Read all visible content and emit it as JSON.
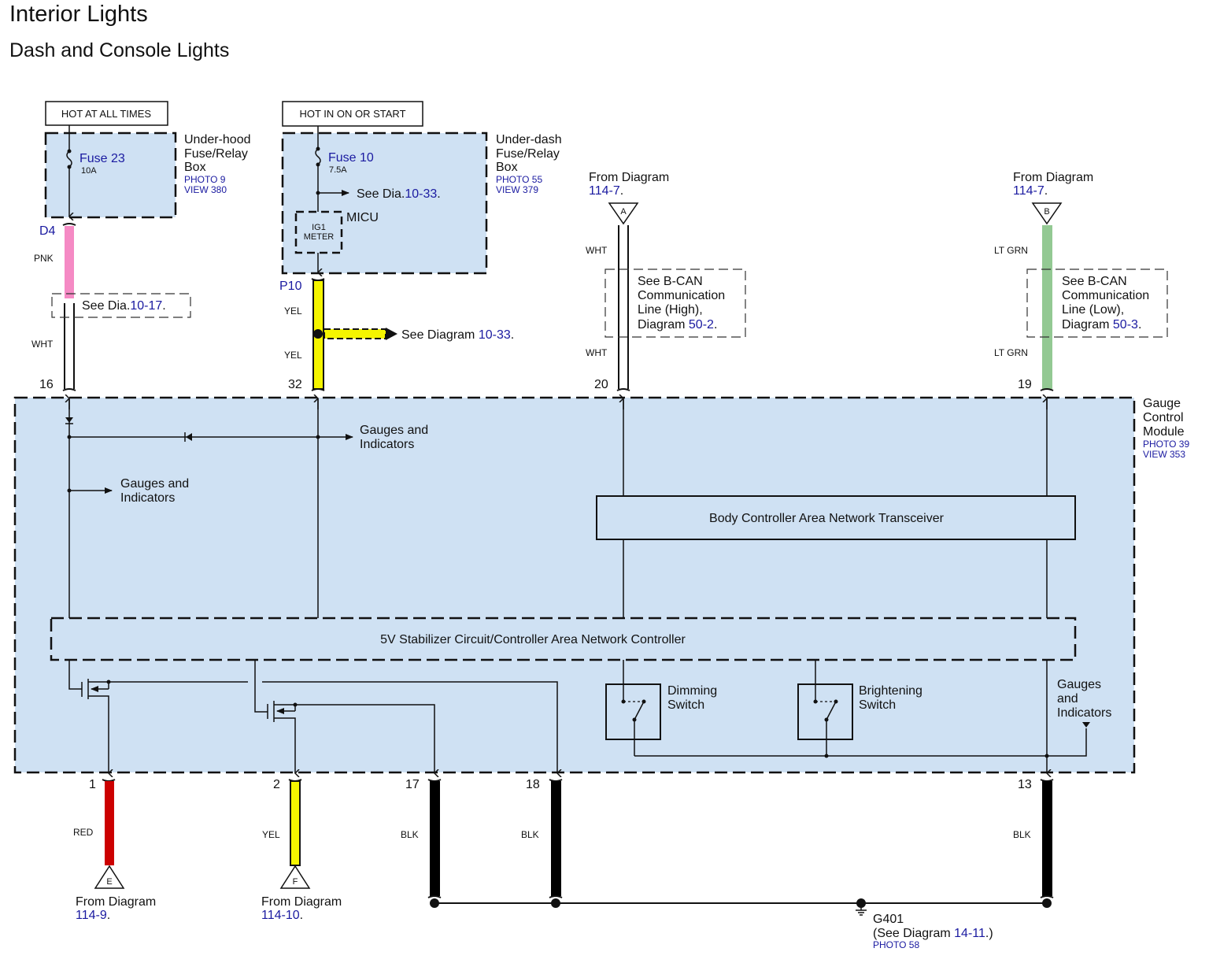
{
  "header": {
    "title": "Interior Lights",
    "subtitle": "Dash and Console Lights"
  },
  "power_sources": [
    {
      "label": "HOT AT ALL TIMES"
    },
    {
      "label": "HOT IN ON OR START"
    }
  ],
  "underhood_box": {
    "name_lines": [
      "Under-hood",
      "Fuse/Relay",
      "Box"
    ],
    "photo": "PHOTO 9",
    "view": "VIEW 380",
    "fuse": "Fuse 23",
    "rating": "10A",
    "connector": "D4"
  },
  "underdash_box": {
    "name_lines": [
      "Under-dash",
      "Fuse/Relay",
      "Box"
    ],
    "photo": "PHOTO 55",
    "view": "VIEW 379",
    "fuse": "Fuse 10",
    "rating": "7.5A",
    "see_prefix": "See Dia.",
    "see_ref": "10-33",
    "see_suffix": ".",
    "micu": "MICU",
    "ig1": "IG1",
    "meter": "METER",
    "connector": "P10"
  },
  "top_wires": [
    {
      "pin": "16",
      "upper_color": "PNK",
      "lower_color": "WHT",
      "note_prefix": "See Dia.",
      "note_ref": "10-17",
      "note_suffix": "."
    },
    {
      "pin": "32",
      "upper_color": "YEL",
      "lower_color": "YEL",
      "branch_prefix": "See Diagram ",
      "branch_ref": "10-33",
      "branch_suffix": "."
    },
    {
      "pin": "20",
      "upper_color": "WHT",
      "lower_color": "WHT",
      "from": "From Diagram",
      "from_ref": "114-7",
      "from_suffix": ".",
      "connector": "A",
      "note_lines": [
        "See B-CAN",
        "Communication",
        "Line (High),"
      ],
      "note_last_prefix": "Diagram ",
      "note_ref": "50-2",
      "note_suffix": "."
    },
    {
      "pin": "19",
      "upper_color": "LT GRN",
      "lower_color": "LT GRN",
      "from": "From Diagram",
      "from_ref": "114-7",
      "from_suffix": ".",
      "connector": "B",
      "note_lines": [
        "See B-CAN",
        "Communication",
        "Line (Low),"
      ],
      "note_last_prefix": "Diagram ",
      "note_ref": "50-3",
      "note_suffix": "."
    }
  ],
  "module": {
    "name_lines": [
      "Gauge",
      "Control",
      "Module"
    ],
    "photo": "PHOTO 39",
    "view": "VIEW 353",
    "gauges_1": [
      "Gauges and",
      "Indicators"
    ],
    "gauges_2": [
      "Gauges and",
      "Indicators"
    ],
    "gauges_3": [
      "Gauges",
      "and",
      "Indicators"
    ],
    "transceiver": "Body Controller Area Network Transceiver",
    "controller": "5V Stabilizer Circuit/Controller Area Network Controller",
    "dimming": [
      "Dimming",
      "Switch"
    ],
    "brightening": [
      "Brightening",
      "Switch"
    ]
  },
  "bottom_wires": [
    {
      "pin": "1",
      "color": "RED",
      "connector": "E",
      "from": "From Diagram",
      "from_ref": "114-9",
      "from_suffix": "."
    },
    {
      "pin": "2",
      "color": "YEL",
      "connector": "F",
      "from": "From Diagram",
      "from_ref": "114-10",
      "from_suffix": "."
    },
    {
      "pin": "17",
      "color": "BLK"
    },
    {
      "pin": "18",
      "color": "BLK"
    },
    {
      "pin": "13",
      "color": "BLK"
    }
  ],
  "ground": {
    "name": "G401",
    "see_prefix": "(See Diagram ",
    "see_ref": "14-11",
    "see_suffix": ".)",
    "photo": "PHOTO 58"
  },
  "colors": {
    "module_fill": "#cfe1f3",
    "pnk": "#f58ac4",
    "yel": "#f5f500",
    "lt_grn": "#93c993",
    "red": "#cc0000",
    "blk": "#000000",
    "ref_blue": "#1a1aa0"
  }
}
